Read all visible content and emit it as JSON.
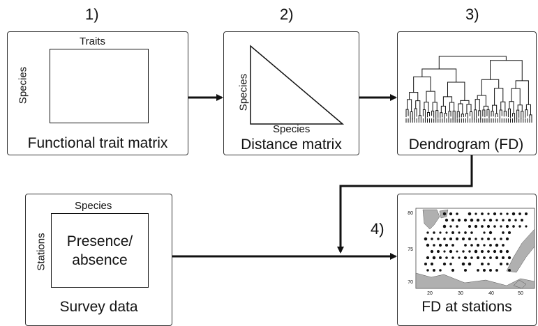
{
  "steps": {
    "step1": {
      "number": "1)",
      "caption": "Functional trait matrix",
      "top_label": "Traits",
      "side_label": "Species"
    },
    "step2": {
      "number": "2)",
      "caption": "Distance matrix",
      "bottom_label": "Species",
      "side_label": "Species"
    },
    "step3": {
      "number": "3)",
      "caption": "Dendrogram (FD)"
    },
    "survey": {
      "caption": "Survey data",
      "top_label": "Species",
      "side_label": "Stations",
      "inner_line1": "Presence/",
      "inner_line2": "absence"
    },
    "step4": {
      "number": "4)",
      "caption": "FD at stations",
      "map_y_ticks": [
        "80",
        "75",
        "70"
      ],
      "map_x_ticks": [
        "20",
        "30",
        "40",
        "50"
      ]
    }
  },
  "colors": {
    "line": "#111111",
    "land": "#b0b0b0",
    "dot": "#111111"
  }
}
